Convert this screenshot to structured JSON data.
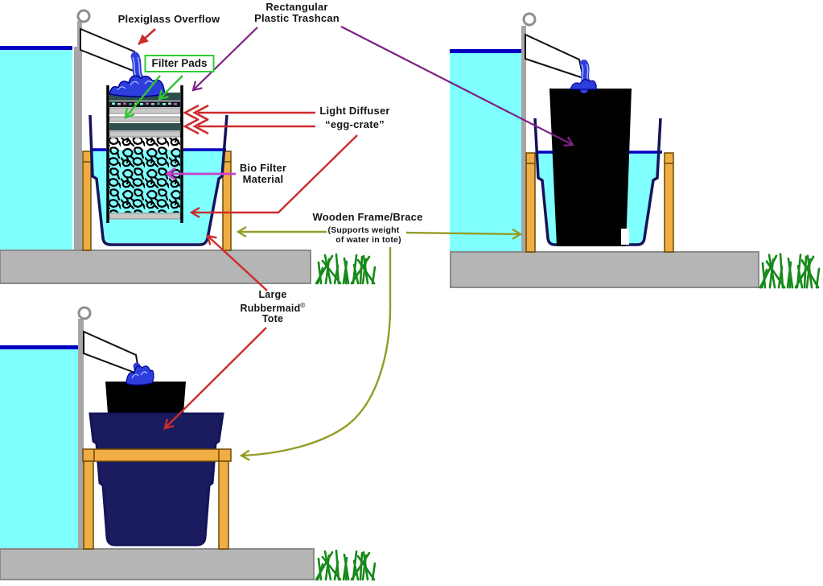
{
  "page": {
    "background": "#FFFFFF",
    "description_domain": "pond filter construction diagram"
  },
  "colors": {
    "pond_water": "#80FFFF",
    "water_line": "#0000C0",
    "tote_fill": "#1B1B60",
    "tote_outline": "#14145A",
    "trashcan_black": "#000000",
    "wood_tan": "#EFAD44",
    "ground_gray": "#B5B5B5",
    "pole_gray": "#A6A6A6",
    "filter_pad_dark": "#2F4F4F",
    "diffuser_gray": "#C8C8C8",
    "splash_blue": "#2E3EDC",
    "grass_green": "#178A1A",
    "arrow_red": "#CE2B2B",
    "arrow_green": "#2EC52E",
    "arrow_magenta": "#C93FC9",
    "arrow_purple": "#7C2184",
    "arrow_olive": "#949C27",
    "filter_pads_box_border": "#33CC33"
  },
  "labels": {
    "plexiglass_overflow": "Plexiglass Overflow",
    "trashcan_line1": "Rectangular",
    "trashcan_line2": "Plastic Trashcan",
    "filter_pads": "Filter Pads",
    "light_diffuser": "Light Diffuser",
    "egg_crate": "“egg-crate”",
    "bio_filter_line1": "Bio Filter",
    "bio_filter_line2": "Material",
    "wooden_frame_title": "Wooden Frame/Brace",
    "wooden_frame_sub1": "(Supports weight",
    "wooden_frame_sub2": "of water in tote)",
    "tote_line1": "Large",
    "tote_line2": "Rubbermaid",
    "tote_reg": "©",
    "tote_line3": "Tote"
  }
}
